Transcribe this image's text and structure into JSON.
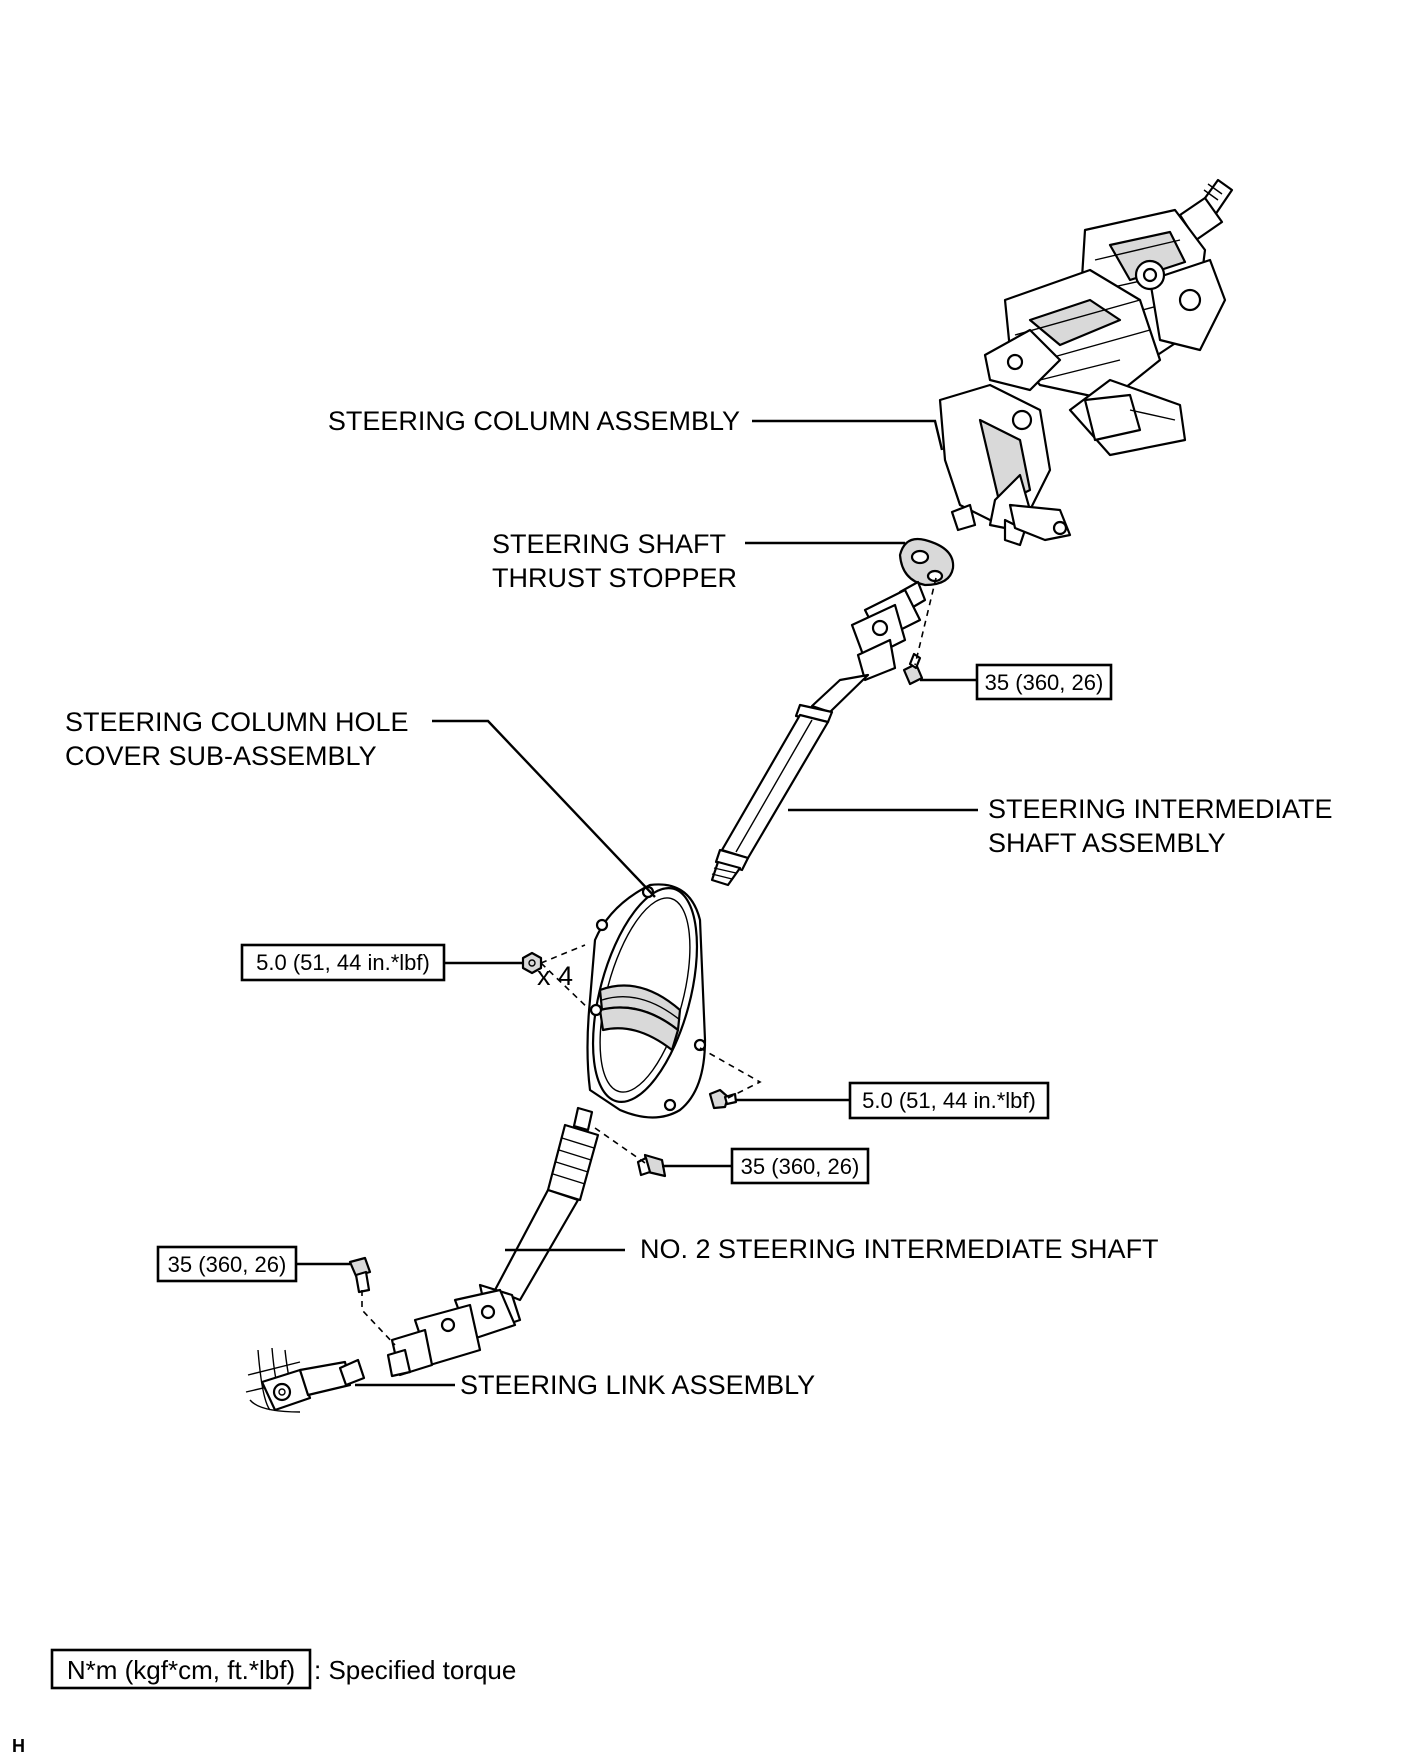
{
  "labels": {
    "column_assembly": "STEERING COLUMN ASSEMBLY",
    "thrust_stopper_l1": "STEERING SHAFT",
    "thrust_stopper_l2": "THRUST STOPPER",
    "hole_cover_l1": "STEERING COLUMN HOLE",
    "hole_cover_l2": "COVER SUB-ASSEMBLY",
    "intermediate_l1": "STEERING INTERMEDIATE",
    "intermediate_l2": "SHAFT ASSEMBLY",
    "no2_shaft": "NO. 2 STEERING INTERMEDIATE SHAFT",
    "link_assembly": "STEERING LINK ASSEMBLY",
    "quantity": "x 4"
  },
  "torques": {
    "stopper_bolt": "35 (360, 26)",
    "cover_nuts": "5.0 (51, 44 in.*lbf)",
    "cover_bolt": "5.0 (51, 44 in.*lbf)",
    "upper_joint_bolt": "35 (360, 26)",
    "lower_joint_bolt": "35 (360, 26)"
  },
  "legend": {
    "unit_box": "N*m (kgf*cm, ft.*lbf)",
    "description": ": Specified torque"
  },
  "corner_mark": "H"
}
